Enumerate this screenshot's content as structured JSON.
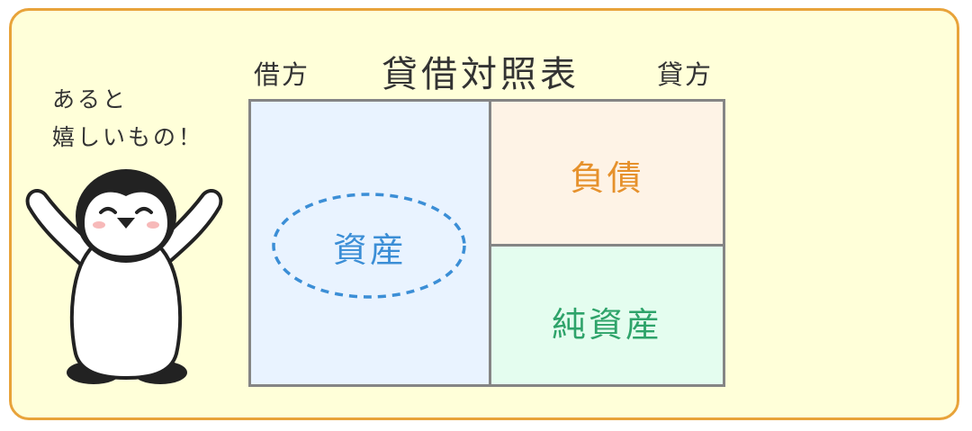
{
  "diagram": {
    "title": "貸借対照表",
    "debit_label": "借方",
    "credit_label": "貸方",
    "assets_label": "資産",
    "liabilities_label": "負債",
    "net_assets_label": "純資産"
  },
  "speech": {
    "line1": "あると",
    "line2": "嬉しいもの！"
  },
  "colors": {
    "frame_border": "#e8a33a",
    "frame_background": "#ffffd9",
    "assets_fill": "#e9f3ff",
    "assets_text": "#3b8ed6",
    "liabilities_fill": "#fef3e6",
    "liabilities_text": "#e6912c",
    "net_assets_fill": "#e4fdef",
    "net_assets_text": "#2ea36a",
    "grid_line": "#858585"
  },
  "icons": [
    "penguin-illustration"
  ]
}
